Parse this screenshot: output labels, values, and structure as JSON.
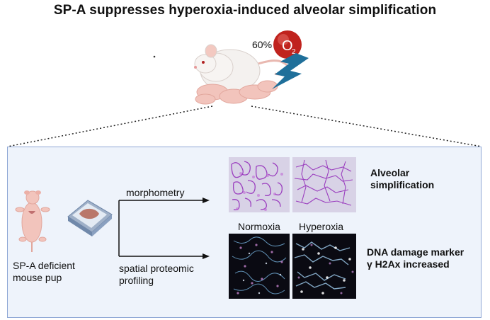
{
  "title": "SP-A suppresses hyperoxia-induced alveolar simplification",
  "oxygen": {
    "percent_label": "60%",
    "symbol": "O",
    "subscript": "2"
  },
  "subject_label": [
    "SP-A deficient",
    "mouse pup"
  ],
  "methods": {
    "morphometry": "morphometry",
    "spatial": [
      "spatial proteomic",
      "profiling"
    ]
  },
  "conditions": {
    "normoxia": "Normoxia",
    "hyperoxia": "Hyperoxia"
  },
  "results": {
    "alveolar": [
      "Alveolar",
      "simplification"
    ],
    "dna": [
      "DNA damage marker",
      "γ H2Ax increased"
    ]
  },
  "colors": {
    "panel_bg": "#eef3fb",
    "panel_border": "#8fa8d6",
    "oxygen_red": "#c0231e",
    "lightning_blue": "#1f6f9a",
    "mouse_pink": "#f2c4bc"
  }
}
